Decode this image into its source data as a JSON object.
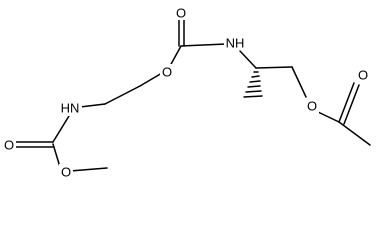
{
  "molecule": {
    "atoms": {
      "o_carbonyl_top": "O",
      "nh_right": "NH",
      "o_ester_center": "O",
      "o_ester_right": "O",
      "o_acetyl": "O",
      "nh_left": "HN",
      "o_carbonyl_left": "O",
      "o_methoxy": "O"
    },
    "colors": {
      "bond": "#000000",
      "label": "#000000",
      "background": "#ffffff"
    }
  }
}
